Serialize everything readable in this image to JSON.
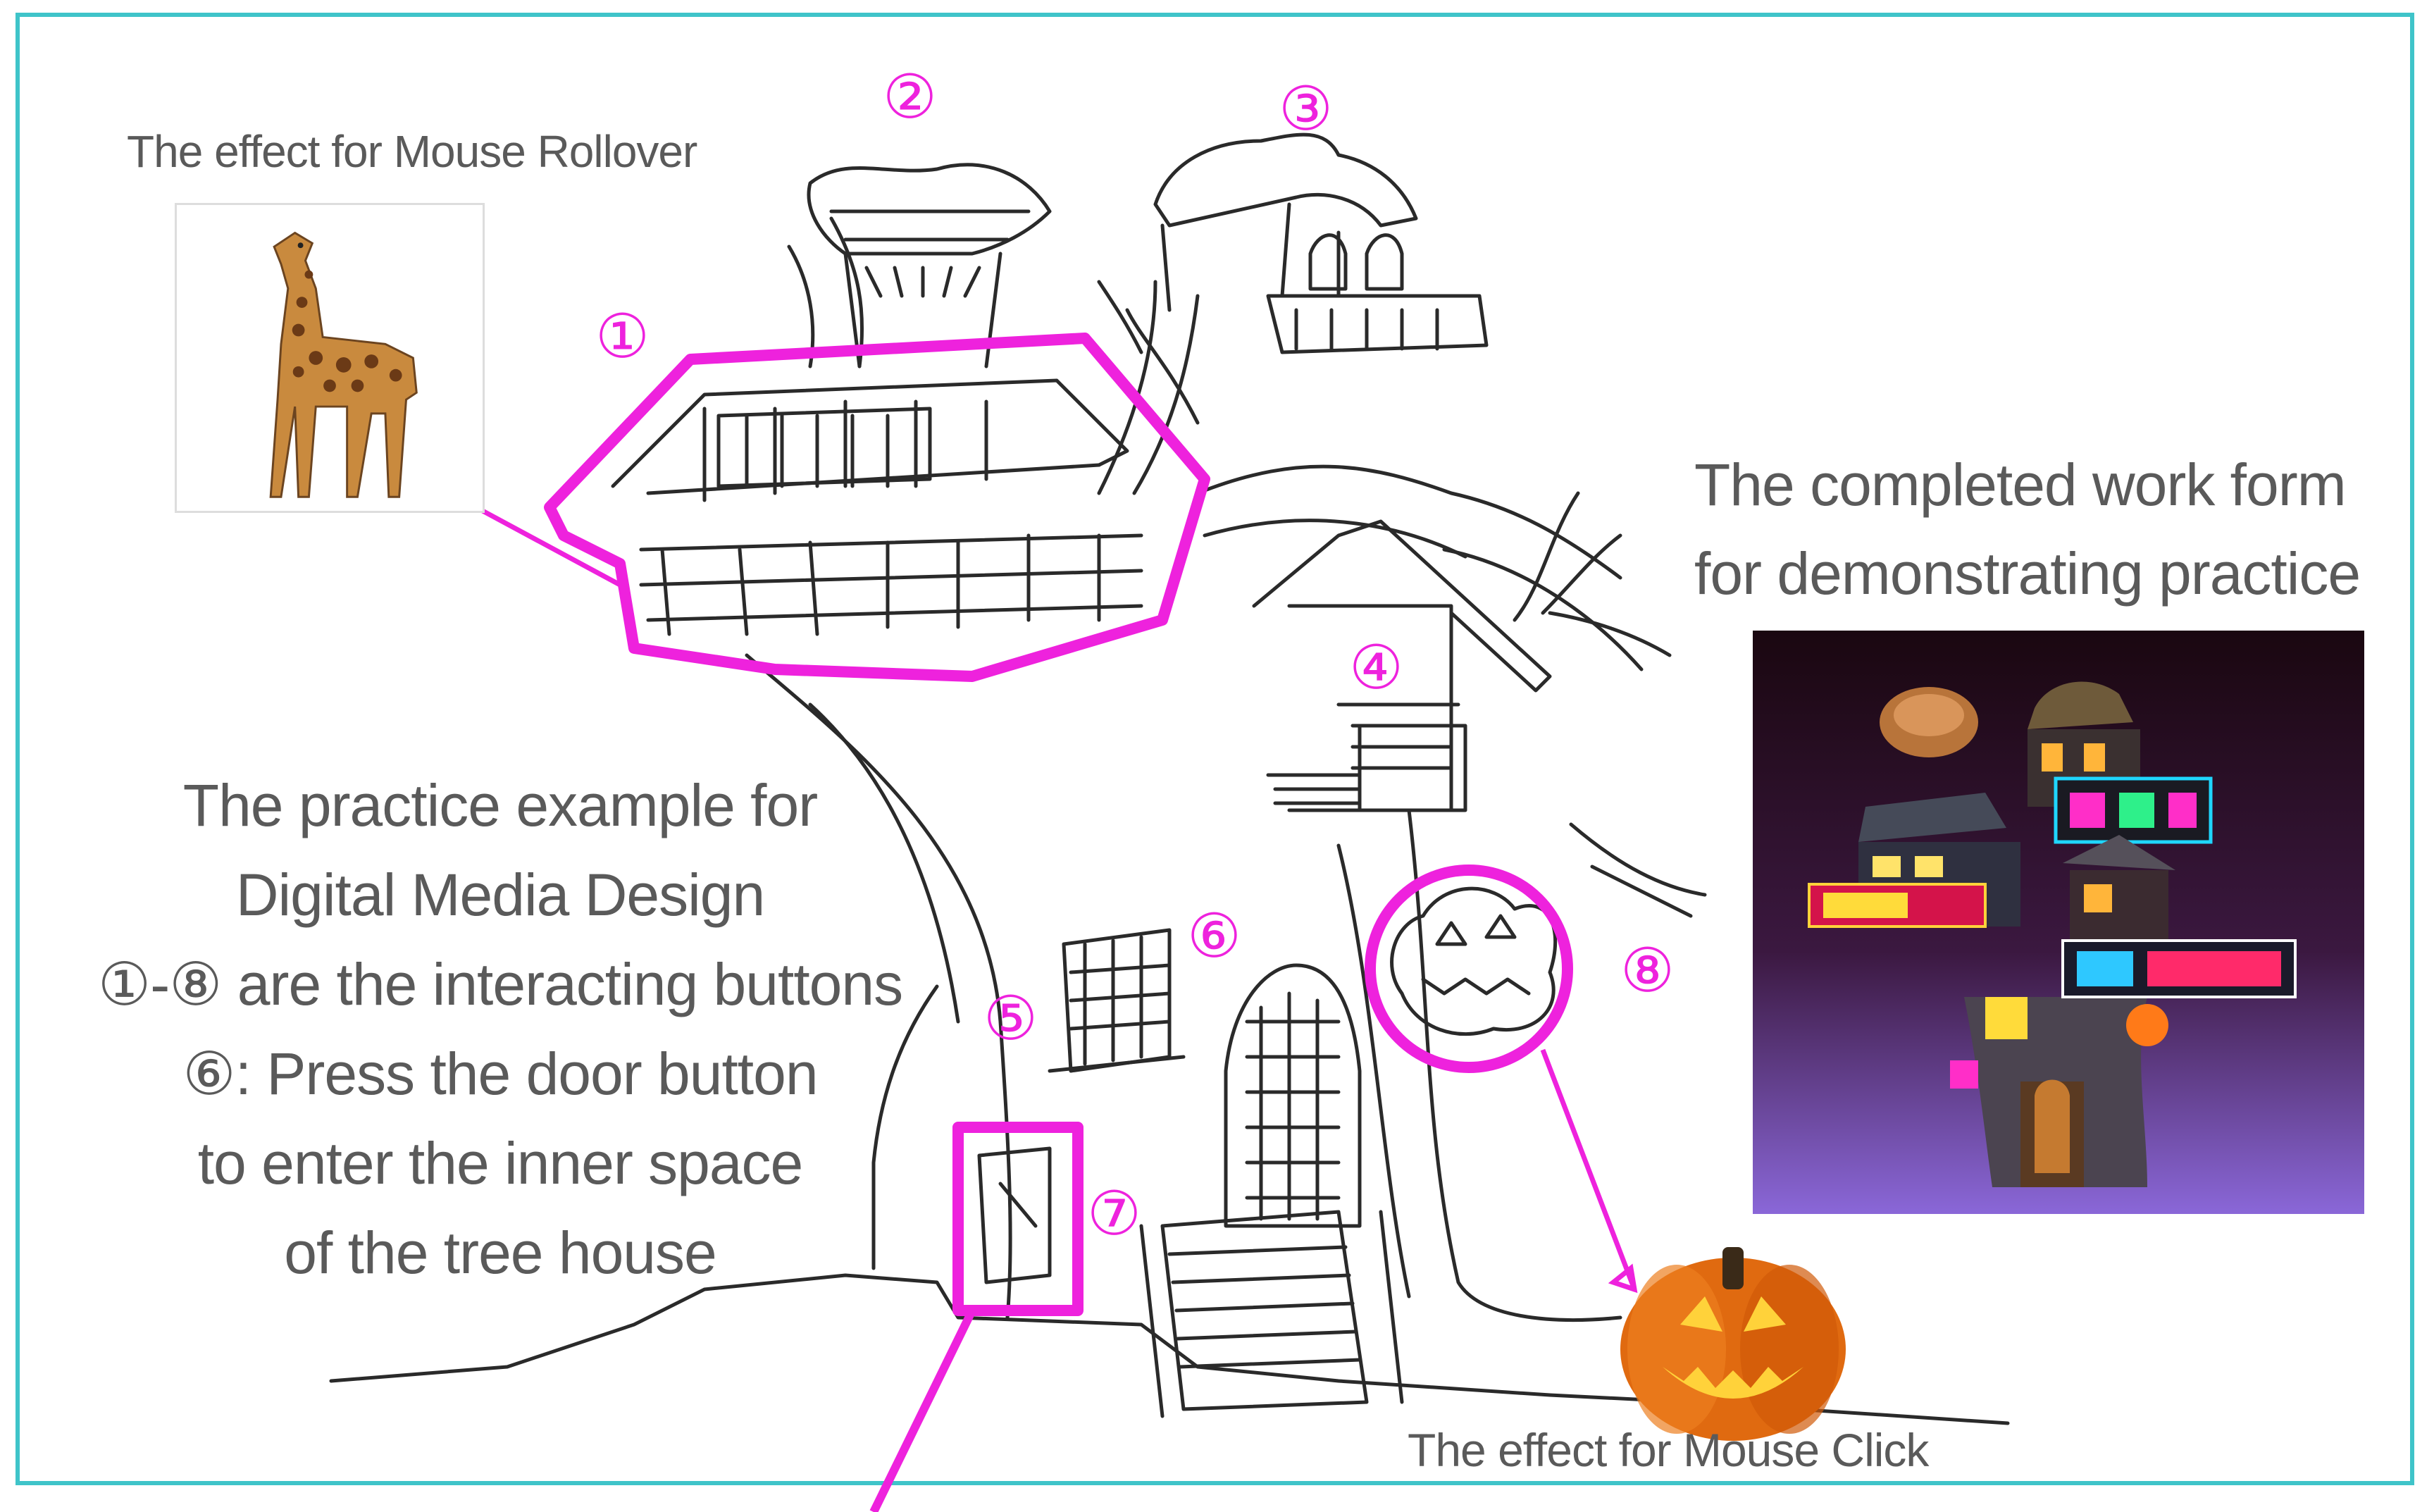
{
  "captions": {
    "rollover": "The effect for Mouse Rollover",
    "click": "The effect for Mouse Click",
    "completed_lines": [
      "The completed work form",
      "for demonstrating practice"
    ]
  },
  "practice": {
    "lines": [
      "The practice example for",
      "Digital Media Design",
      "①-⑧ are the interacting buttons",
      "⑥: Press the door button",
      "to enter the inner space",
      "of the tree house"
    ]
  },
  "buttons": {
    "b1": "①",
    "b2": "②",
    "b3": "③",
    "b4": "④",
    "b5": "⑤",
    "b6": "⑥",
    "b7": "⑦",
    "b8": "⑧"
  },
  "colors": {
    "highlight": "#ee22dd",
    "frame": "#3fc4c9",
    "text": "#5a5a5a",
    "sketch": "#2a2a2a"
  },
  "icons": {
    "rollover_image": "giraffe",
    "click_image": "jack-o-lantern",
    "photo": "illuminated-tree-house-night"
  }
}
